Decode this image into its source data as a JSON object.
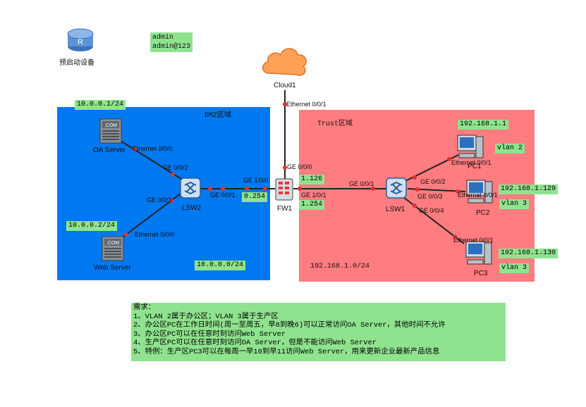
{
  "router": {
    "label": "预启动设备",
    "letter": "R"
  },
  "credentials": {
    "user": "admin",
    "password": "admin@123"
  },
  "cloud": {
    "name": "Cloud1",
    "port": "Ethernet 0/0/1"
  },
  "zones": {
    "dmz": {
      "name": "DMZ区域",
      "network": "10.0.0.0/24",
      "color": "#0078f0"
    },
    "trust": {
      "name": "Trust区域",
      "network": "192.168.1.0/24",
      "color": "#ff7c80"
    }
  },
  "dmz_devices": {
    "oa_server": {
      "name": "OA Server",
      "ip": "10.0.0.1/24",
      "port": "Ethernet 0/0/0",
      "logo": ".COM"
    },
    "web_server": {
      "name": "Web Server",
      "ip": "10.0.0.2/24",
      "port": "Ethernet 0/0/0",
      "logo": ".COM"
    },
    "lsw2": {
      "name": "LSW2",
      "port_oa": "GE 0/0/2",
      "port_web": "GE 0/0/3",
      "port_fw": "GE 0/0/1"
    }
  },
  "fw1": {
    "name": "FW1",
    "port_dmz": "GE 1/0/0",
    "port_cloud": "GE 0/0/0",
    "port_trust": "GE 1/0/1",
    "ip_dmz": "0.254",
    "ip_cloud": "1.126",
    "ip_trust": "1.254"
  },
  "trust_devices": {
    "lsw1": {
      "name": "LSW1",
      "port_fw": "GE 0/0/1",
      "port_pc1": "GE 0/0/2",
      "port_pc2": "GE 0/0/3",
      "port_pc3": "GE 0/0/4"
    },
    "pc1": {
      "name": "PC1",
      "ip": "192.168.1.1",
      "vlan": "vlan 2",
      "port": "Ethernet 0/0/1"
    },
    "pc2": {
      "name": "PC2",
      "ip": "192.168.1.129",
      "vlan": "vlan 3",
      "port": "Ethernet 0/0/1"
    },
    "pc3": {
      "name": "PC3",
      "ip": "192.168.1.130",
      "vlan": "vlan 3",
      "port": "Ethernet 0/0/1"
    }
  },
  "requirements": {
    "title": "需求：",
    "items": [
      "1、VLAN 2属于办公区；VLAN 3属于生产区",
      "2、办公区PC在工作日时间(周一至周五，早8到晚6)可以正常访问OA Server，其他时间不允许",
      "3、办公区PC可以在任意时刻访问Web Server",
      "4、生产区PC可以在任意时刻访问OA Server，但是不能访问Web Server",
      "5、特例：生产区PC3可以在每周一早10到早11访问Web Server，用来更新企业最新产品信息"
    ]
  }
}
